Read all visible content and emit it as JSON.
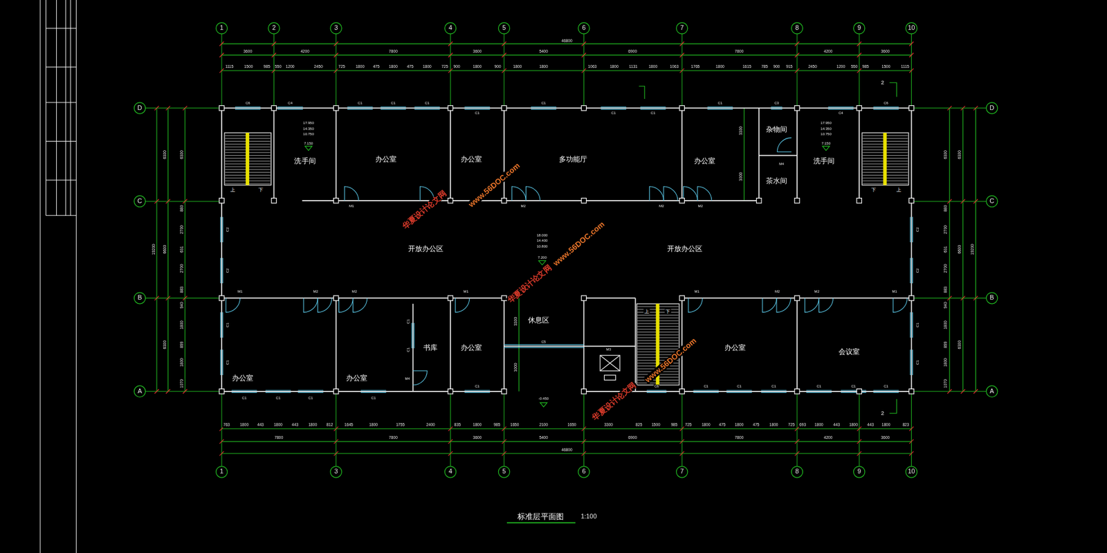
{
  "diagram": {
    "title": "标准层平面图",
    "nodes": [
      {
        "text": [
          "洗手间"
        ]
      },
      {
        "text": [
          "办公室"
        ]
      },
      {
        "text": [
          "办公室"
        ]
      },
      {
        "text": [
          "多功能厅"
        ]
      },
      {
        "text": [
          "办公室"
        ]
      },
      {
        "text": [
          "杂物间"
        ]
      },
      {
        "text": [
          "茶水间"
        ]
      },
      {
        "text": [
          "洗手间"
        ]
      },
      {
        "text": [
          "开放办公区"
        ]
      },
      {
        "text": [
          "开放办公区"
        ]
      },
      {
        "text": [
          "办公室"
        ]
      },
      {
        "text": [
          "办公室"
        ]
      },
      {
        "text": [
          "书库"
        ]
      },
      {
        "text": [
          "办公室"
        ]
      },
      {
        "text": [
          "休息区"
        ]
      },
      {
        "text": [
          "办公室"
        ]
      },
      {
        "text": [
          "会议室"
        ]
      }
    ],
    "labels": [
      "1",
      "2",
      "3",
      "4",
      "5",
      "6",
      "7",
      "8",
      "9",
      "10",
      "1",
      "3",
      "4",
      "5",
      "6",
      "7",
      "8",
      "9",
      "10",
      "D",
      "C",
      "B",
      "A",
      "D",
      "C",
      "B",
      "A",
      "46800",
      "3600",
      "4200",
      "7800",
      "3600",
      "5400",
      "6900",
      "7800",
      "4200",
      "3600",
      "1115",
      "1500",
      "985",
      "550",
      "1200",
      "2450",
      "725",
      "1800",
      "475",
      "1800",
      "475",
      "1800",
      "725",
      "900",
      "1800",
      "900",
      "1800",
      "1800",
      "1063",
      "1800",
      "1131",
      "1800",
      "1063",
      "1765",
      "1800",
      "1615",
      "785",
      "900",
      "915",
      "2450",
      "1200",
      "550",
      "985",
      "1500",
      "1115",
      "763",
      "1800",
      "443",
      "1800",
      "443",
      "1800",
      "812",
      "1645",
      "1800",
      "1755",
      "2400",
      "835",
      "1800",
      "985",
      "1650",
      "2100",
      "1650",
      "3300",
      "825",
      "1500",
      "985",
      "725",
      "1800",
      "475",
      "1800",
      "475",
      "1800",
      "725",
      "693",
      "1800",
      "443",
      "1800",
      "443",
      "1800",
      "823",
      "7800",
      "7800",
      "3600",
      "5400",
      "6900",
      "7800",
      "4200",
      "3600",
      "46800",
      "19200",
      "6300",
      "6600",
      "6300",
      "6300",
      "880",
      "2700",
      "631",
      "2700",
      "883",
      "940",
      "1800",
      "899",
      "1800",
      "1070",
      "6300",
      "880",
      "2700",
      "631",
      "2700",
      "883",
      "940",
      "1800",
      "899",
      "1800",
      "1070",
      "6300",
      "6600",
      "6300",
      "19200",
      "3300",
      "3000",
      "3300",
      "3000",
      "17.950",
      "14.350",
      "10.750",
      "7.150",
      "17.950",
      "14.350",
      "10.750",
      "7.150",
      "18.000",
      "14.400",
      "10.800",
      "7.200",
      "-0.450",
      "C6",
      "C4",
      "C1",
      "C1",
      "C1",
      "C1",
      "C1",
      "C1",
      "C1",
      "C1",
      "C3",
      "C4",
      "C6",
      "C1",
      "C1",
      "C1",
      "C1",
      "C1",
      "C1",
      "C1",
      "C1",
      "C1",
      "C1",
      "C1",
      "C5",
      "C6",
      "C2",
      "C2",
      "C1",
      "C1",
      "C2",
      "C2",
      "C1",
      "C1",
      "C1",
      "C1",
      "M1",
      "M2",
      "M2",
      "M2",
      "M4",
      "M1",
      "M2",
      "M2",
      "M1",
      "M1",
      "M2",
      "M2",
      "M1",
      "M4",
      "M3",
      "上",
      "下",
      "下",
      "上",
      "上",
      "下",
      "2",
      "2",
      "华夏设计论文网",
      "www.56DOC.com",
      "华夏设计论文网",
      "www.56DOC.com",
      "华夏设计论文网",
      "www.56DOC.com",
      "1:100"
    ]
  }
}
